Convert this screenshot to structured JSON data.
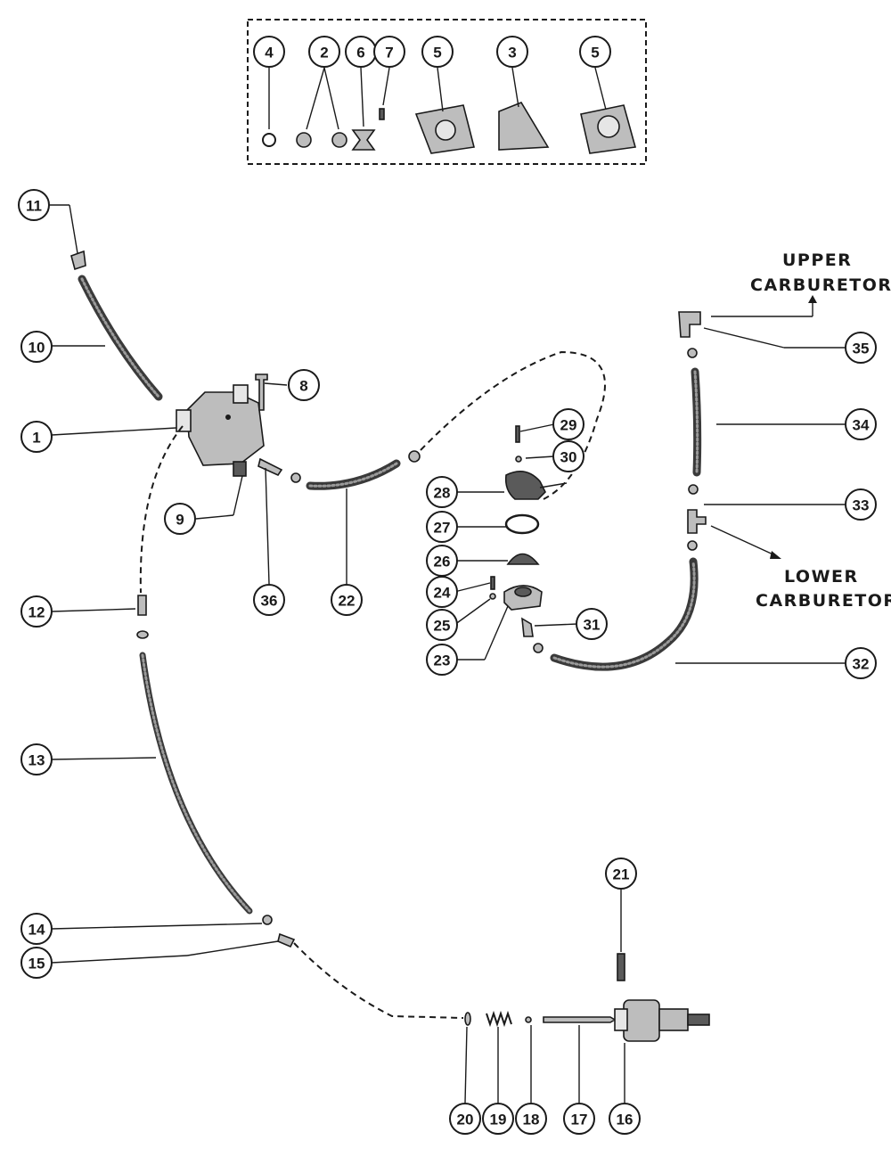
{
  "callouts": [
    "1",
    "2",
    "3",
    "4",
    "5",
    "5",
    "6",
    "7",
    "8",
    "9",
    "10",
    "11",
    "12",
    "13",
    "14",
    "15",
    "16",
    "17",
    "18",
    "19",
    "20",
    "21",
    "22",
    "23",
    "24",
    "25",
    "26",
    "27",
    "28",
    "29",
    "30",
    "31",
    "32",
    "33",
    "34",
    "35",
    "36"
  ],
  "labels": {
    "upper_line1": "UPPER",
    "upper_line2": "CARBURETOR",
    "lower_line1": "LOWER",
    "lower_line2": "CARBURETOR"
  }
}
